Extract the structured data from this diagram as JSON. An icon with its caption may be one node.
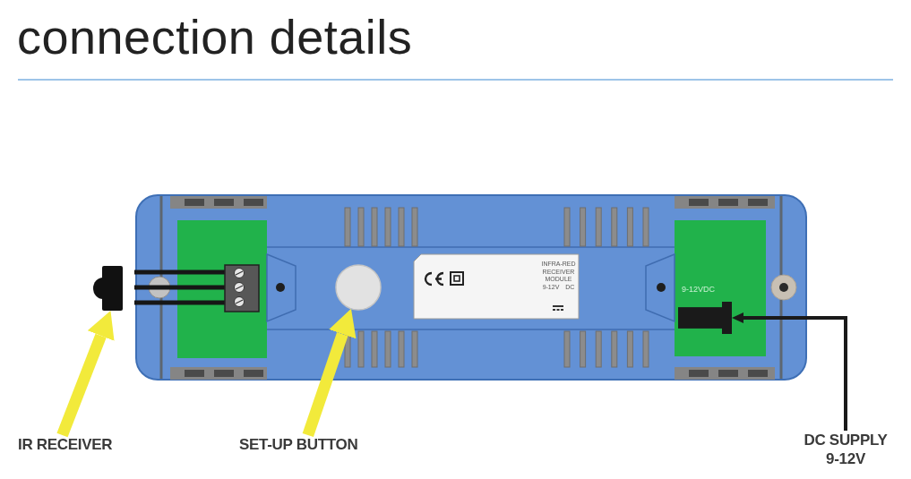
{
  "diagram": {
    "title": "connection details",
    "nodes": [
      {
        "text": [
          "IR RECEIVER"
        ]
      },
      {
        "text": [],
        "shape": "picture"
      },
      {
        "text": [
          "SET-UP BUTTON"
        ]
      },
      {
        "text": [],
        "shape": "circle"
      },
      {
        "text": [
          "DC SUPPLY 9-12V"
        ]
      },
      {
        "text": [],
        "shape": "box"
      }
    ],
    "edges": [
      {
        "from": 0,
        "to": 1,
        "arrow": "to"
      },
      {
        "from": 2,
        "to": 3,
        "arrow": "to"
      },
      {
        "from": 4,
        "to": 5,
        "arrow": "to",
        "color": "#1a1a1a"
      }
    ],
    "labels": [
      "INFRA-RED RECEIVER MODULE 9-12V DC",
      "9-12VDC"
    ]
  }
}
